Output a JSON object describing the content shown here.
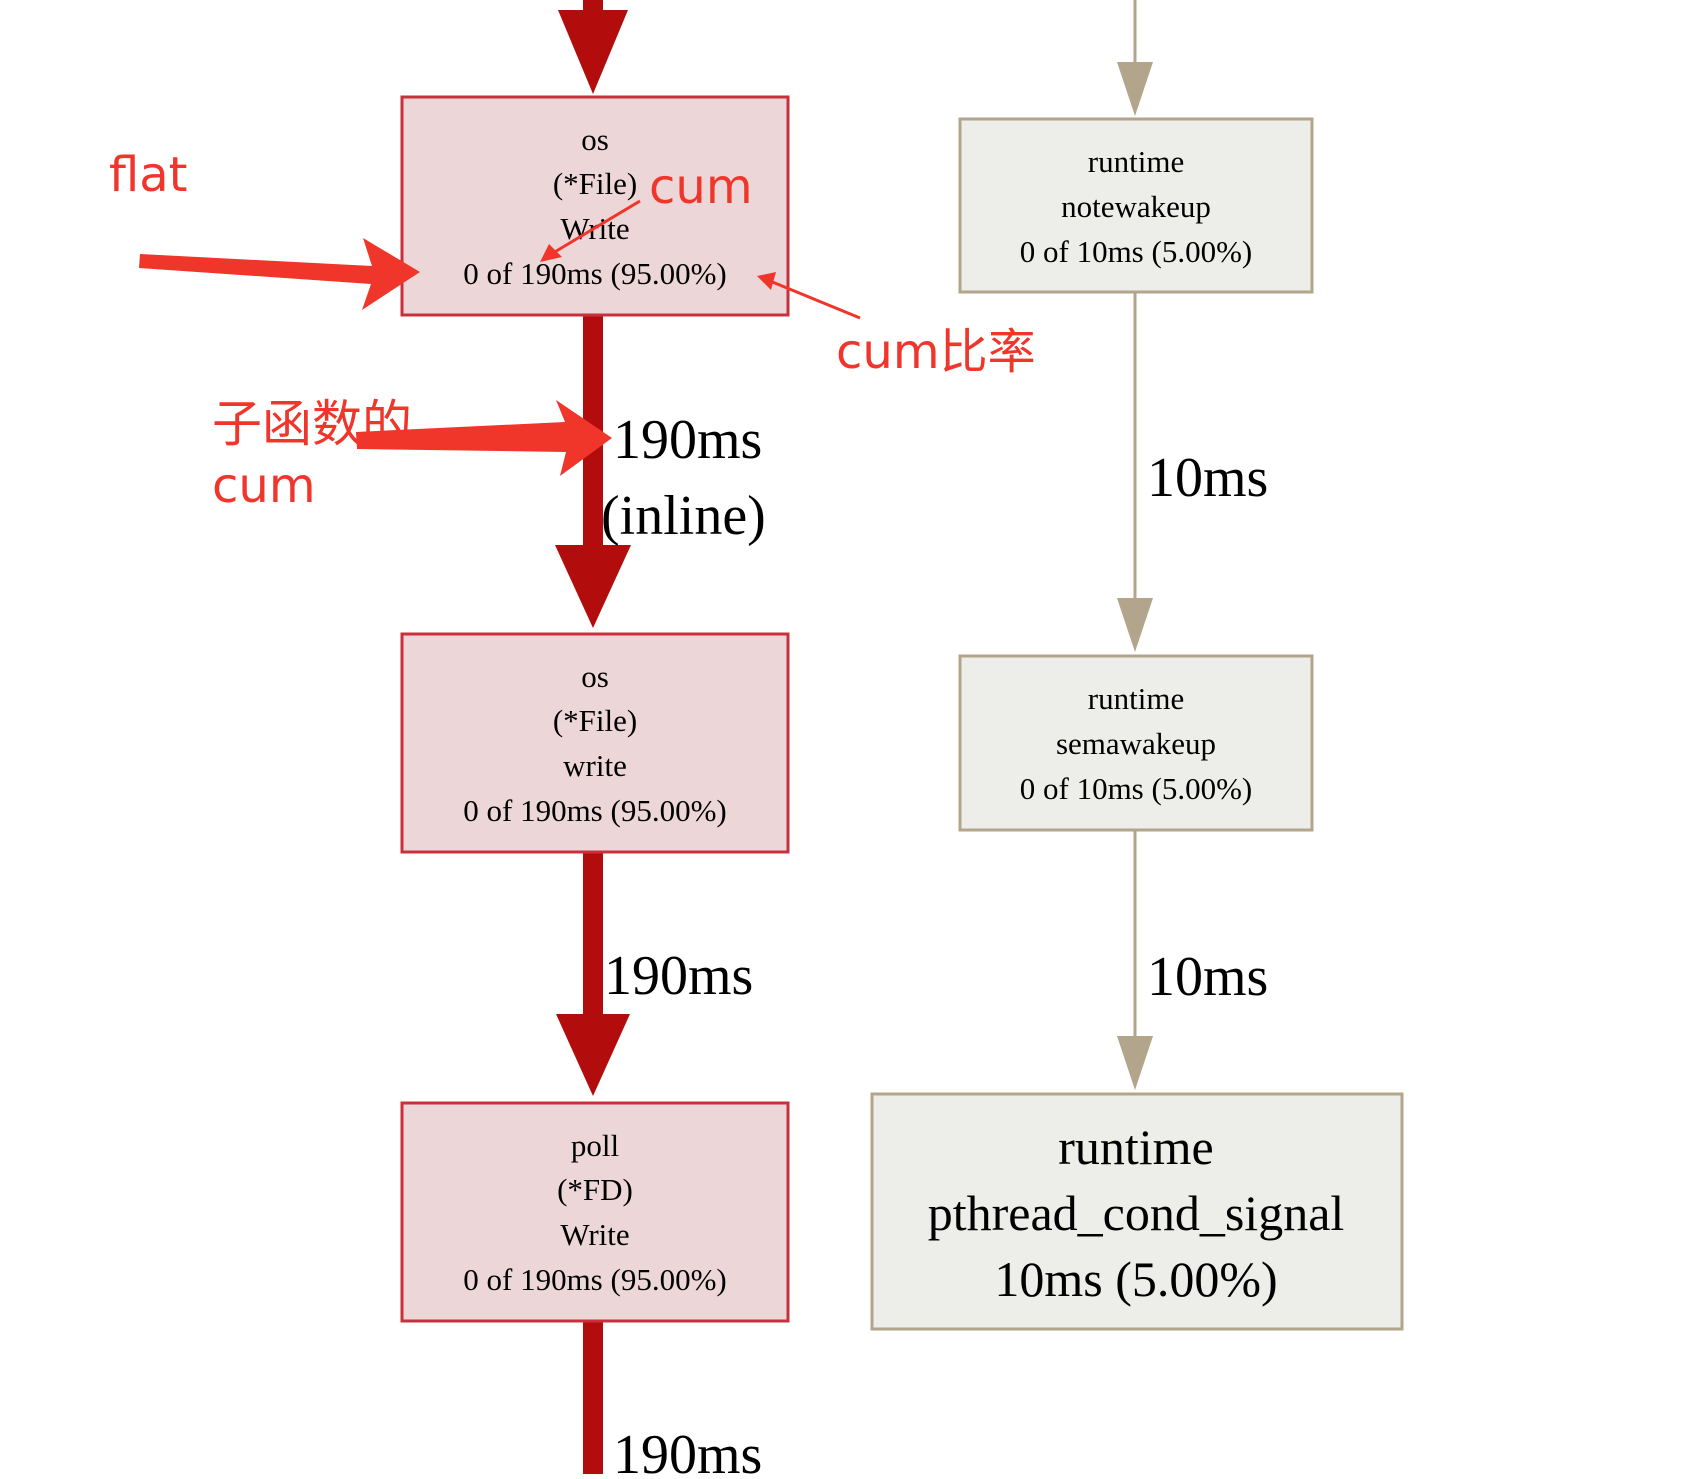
{
  "colors": {
    "hot_edge": "#b30c0c",
    "hot_node_fill": "#edd6d8",
    "hot_node_border": "#c8303b",
    "cold_edge": "#b2a58b",
    "cold_node_fill": "#ededea",
    "cold_node_border": "#b2a58b",
    "annotation": "#f0352b",
    "text": "#000000"
  },
  "nodes": {
    "os_file_Write": {
      "line1": "os",
      "line2": "(*File)",
      "line3": "Write",
      "line4": "0 of 190ms (95.00%)"
    },
    "os_file_write": {
      "line1": "os",
      "line2": "(*File)",
      "line3": "write",
      "line4": "0 of 190ms (95.00%)"
    },
    "poll_fd_Write": {
      "line1": "poll",
      "line2": "(*FD)",
      "line3": "Write",
      "line4": "0 of 190ms (95.00%)"
    },
    "runtime_notewakeup": {
      "line1": "runtime",
      "line2": "notewakeup",
      "line3": "0 of 10ms (5.00%)"
    },
    "runtime_semawakeup": {
      "line1": "runtime",
      "line2": "semawakeup",
      "line3": "0 of 10ms (5.00%)"
    },
    "runtime_pthread_cond_signal": {
      "line1": "runtime",
      "line2": "pthread_cond_signal",
      "line3": "10ms (5.00%)"
    }
  },
  "edges": {
    "write_to_write": {
      "label": "190ms",
      "sublabel": "(inline)"
    },
    "write_to_poll": {
      "label": "190ms"
    },
    "poll_out": {
      "label": "190ms"
    },
    "notewakeup_to_semawakeup": {
      "label": "10ms"
    },
    "semawakeup_to_signal": {
      "label": "10ms"
    }
  },
  "annotations": {
    "flat": "flat",
    "cum": "cum",
    "cum_ratio": "cum比率",
    "child_cum_line1": "子函数的",
    "child_cum_line2": "cum"
  }
}
